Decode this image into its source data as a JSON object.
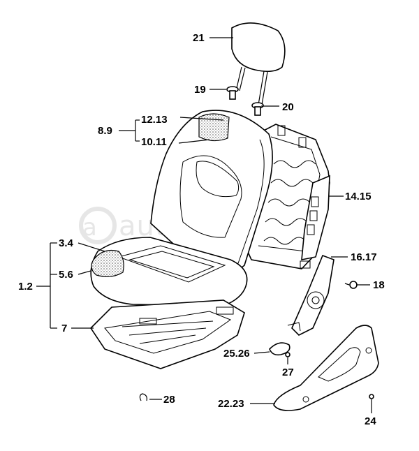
{
  "watermark": "autopiter.ru",
  "labels": {
    "l21": "21",
    "l19": "19",
    "l20": "20",
    "l12_13": "12.13",
    "l8_9": "8.9",
    "l10_11": "10.11",
    "l14_15": "14.15",
    "l3_4": "3.4",
    "l5_6": "5.6",
    "l1_2": "1.2",
    "l7": "7",
    "l16_17": "16.17",
    "l18": "18",
    "l25_26": "25.26",
    "l27": "27",
    "l28": "28",
    "l22_23": "22.23",
    "l24": "24"
  },
  "colors": {
    "line": "#000000",
    "background": "#ffffff",
    "watermark": "#e6e6e6"
  }
}
